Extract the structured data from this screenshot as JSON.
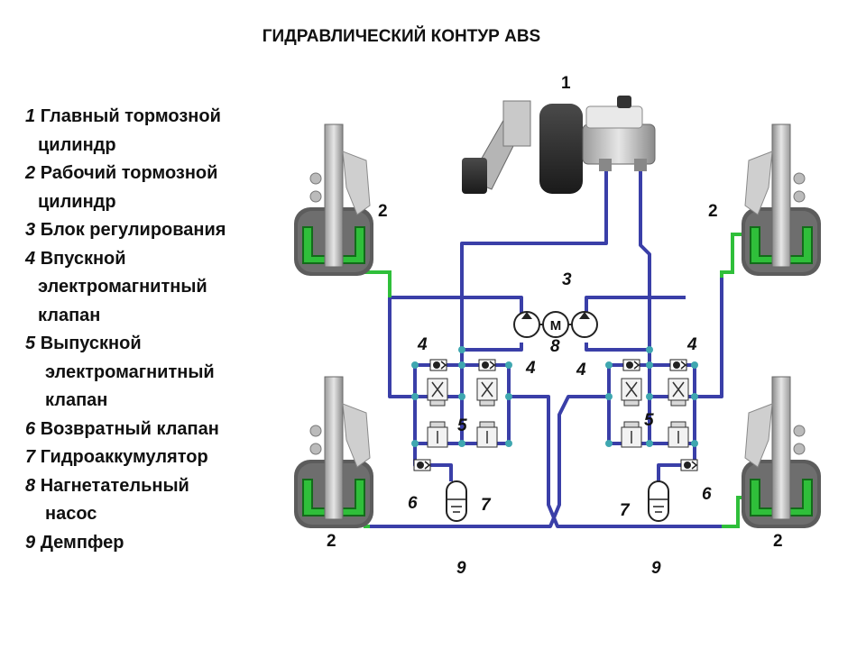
{
  "title": "ГИДРАВЛИЧЕСКИЙ КОНТУР ABS",
  "legend": [
    {
      "num": "1",
      "line1": "Главный тормозной",
      "line2": "цилиндр"
    },
    {
      "num": "2",
      "line1": "Рабочий тормозной",
      "line2": "цилиндр"
    },
    {
      "num": "3",
      "line1": "Блок регулирования",
      "line2": ""
    },
    {
      "num": "4",
      "line1": "Впускной",
      "line2": "электромагнитный",
      "line3": "клапан"
    },
    {
      "num": "5",
      "line1": "Выпускной",
      "line2": "электромагнитный",
      "line3": "клапан"
    },
    {
      "num": "6",
      "line1": "Возвратный клапан",
      "line2": ""
    },
    {
      "num": "7",
      "line1": "Гидроаккумулятор",
      "line2": ""
    },
    {
      "num": "8",
      "line1": "Нагнетательный",
      "line2": "насос"
    },
    {
      "num": "9",
      "line1": "Демпфер",
      "line2": ""
    }
  ],
  "labels": {
    "l1": "1",
    "l2a": "2",
    "l2b": "2",
    "l2c": "2",
    "l2d": "2",
    "l3": "3",
    "l4a": "4",
    "l4b": "4",
    "l4c": "4",
    "l4d": "4",
    "l5a": "5",
    "l5b": "5",
    "l6a": "6",
    "l6b": "6",
    "l7a": "7",
    "l7b": "7",
    "l8": "8",
    "l9a": "9",
    "l9b": "9",
    "motor": "M"
  },
  "colors": {
    "pipe": "#3a3fa8",
    "pipe_green": "#2fbf3a",
    "node": "#3fa7b0",
    "metal": "#c8c8c8",
    "dark": "#2b2b2b"
  }
}
